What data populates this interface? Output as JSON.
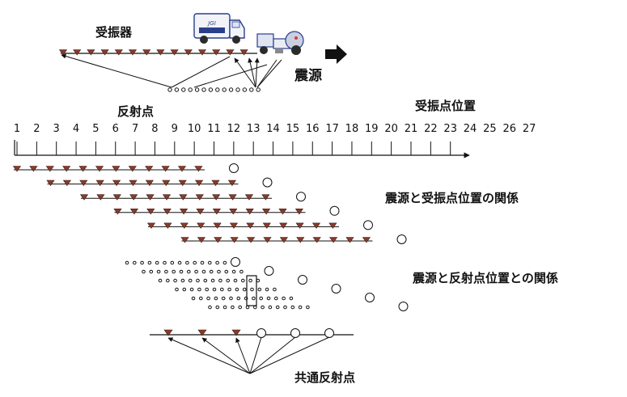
{
  "labels": {
    "receiver": "受振器",
    "source": "震源",
    "reflection_point": "反射点",
    "receiver_position": "受振点位置",
    "source_receiver_relation": "震源と受振点位置の関係",
    "source_reflection_relation": "震源と反射点位置との関係",
    "common_reflection_point": "共通反射点"
  },
  "position_numbers": [
    "1",
    "2",
    "3",
    "4",
    "5",
    "6",
    "7",
    "8",
    "9",
    "10",
    "11",
    "12",
    "13",
    "14",
    "15",
    "16",
    "17",
    "18",
    "19",
    "20",
    "21",
    "22",
    "23",
    "24",
    "25",
    "26",
    "27"
  ],
  "truck_text": "JGI",
  "colors": {
    "receiver_triangle": "#8a3a2c",
    "line": "#111111",
    "truck_body": "#2a3e8c",
    "truck_window": "#dde3f2"
  },
  "icons": {
    "survey_truck": "truck-icon",
    "vibrator_truck": "vibrator-truck-icon",
    "direction": "arrow-right-icon"
  }
}
